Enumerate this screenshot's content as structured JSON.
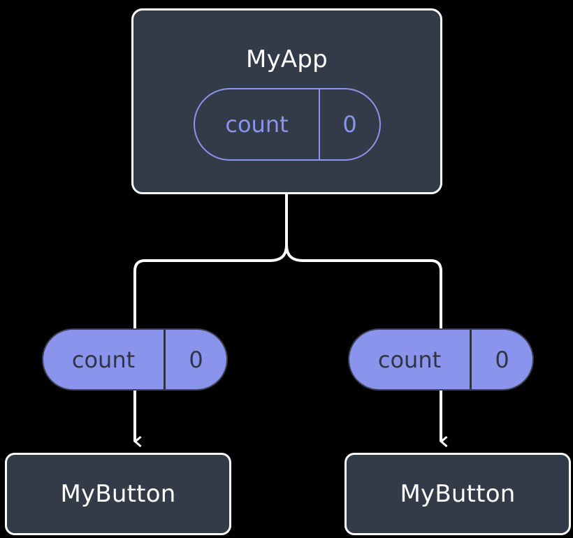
{
  "diagram": {
    "type": "component-state-tree",
    "background_color": "#000000",
    "colors": {
      "node_fill": "#343b48",
      "node_border": "#ffffff",
      "node_text": "#ffffff",
      "pill_accent": "#8b94ec",
      "pill_filled_text": "#2f3542",
      "wire": "#ffffff"
    },
    "root": {
      "title": "MyApp",
      "state_pill": {
        "key": "count",
        "value": "0",
        "style": "outlined"
      }
    },
    "branches": [
      {
        "side": "left",
        "prop_pill": {
          "key": "count",
          "value": "0",
          "style": "filled"
        },
        "child": {
          "title": "MyButton"
        }
      },
      {
        "side": "right",
        "prop_pill": {
          "key": "count",
          "value": "0",
          "style": "filled"
        },
        "child": {
          "title": "MyButton"
        }
      }
    ]
  }
}
